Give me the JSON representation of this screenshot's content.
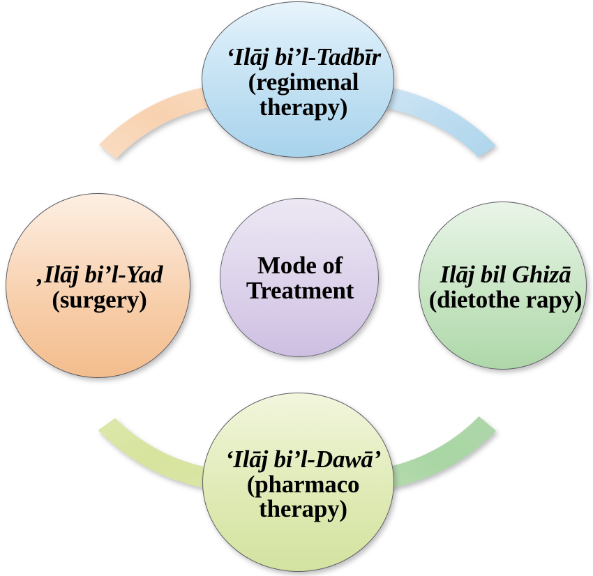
{
  "diagram": {
    "title": "Mode of Treatment",
    "type": "cycle",
    "center": {
      "label": "Mode of Treatment",
      "color": "#d8cce8"
    },
    "nodes": [
      {
        "id": "tadbir",
        "position": "top",
        "term": "‘Ilāj bi’l-Tadbīr",
        "gloss": "(regimenal therapy)",
        "color": "#bfdff2"
      },
      {
        "id": "ghiza",
        "position": "right",
        "term": "Ilāj bil Ghizā",
        "gloss": "(dietothe rapy)",
        "color": "#c6e4c2"
      },
      {
        "id": "dawa",
        "position": "bottom",
        "term": "‘Ilāj bi’l-Dawā’",
        "gloss": "(pharmaco therapy)",
        "color": "#dfeab4"
      },
      {
        "id": "yad",
        "position": "left",
        "term": "‚Ilāj bi’l-Yad",
        "gloss": "(surgery)",
        "color": "#f7cda8"
      }
    ],
    "arcs": [
      {
        "id": "arc-left-to-top",
        "from": "yad",
        "to": "tadbir",
        "color": "#f7cfab"
      },
      {
        "id": "arc-top-to-right",
        "from": "tadbir",
        "to": "ghiza",
        "color": "#bcdcf0"
      },
      {
        "id": "arc-right-to-bottom",
        "from": "ghiza",
        "to": "dawa",
        "color": "#a9d5a4"
      },
      {
        "id": "arc-bottom-to-left",
        "from": "dawa",
        "to": "yad",
        "color": "#d7e49e"
      }
    ]
  }
}
